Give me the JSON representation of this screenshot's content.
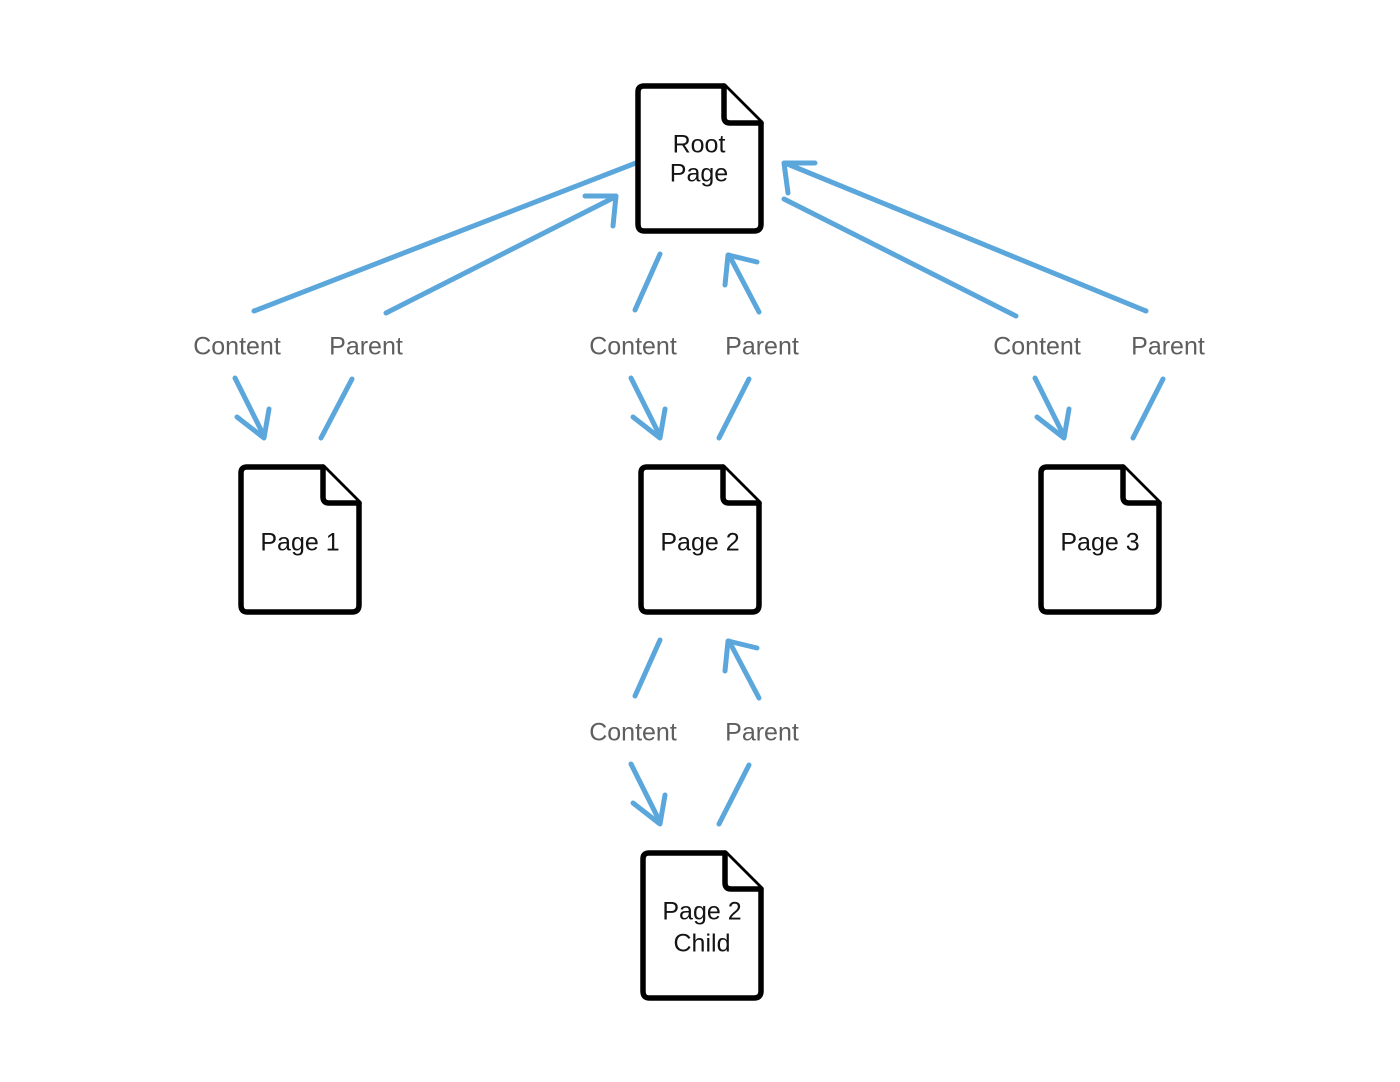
{
  "diagram": {
    "background_color": "#ffffff",
    "node_stroke_color": "#000000",
    "node_text_color": "#141414",
    "edge_color": "#5BA7DC",
    "edge_label_color": "#5e5e5e",
    "nodes": [
      {
        "id": "root",
        "icon": "document-icon",
        "label_line1": "Root",
        "label_line2": "Page"
      },
      {
        "id": "page1",
        "icon": "document-icon",
        "label_line1": "Page 1",
        "label_line2": ""
      },
      {
        "id": "page2",
        "icon": "document-icon",
        "label_line1": "Page 2",
        "label_line2": ""
      },
      {
        "id": "page3",
        "icon": "document-icon",
        "label_line1": "Page 3",
        "label_line2": ""
      },
      {
        "id": "page2child",
        "icon": "document-icon",
        "label_line1": "Page 2",
        "label_line2": "Child"
      }
    ],
    "edge_labels": {
      "content": "Content",
      "parent": "Parent"
    },
    "edge_groups": [
      {
        "id": "root-page1",
        "from": "root",
        "to": "page1",
        "content_label": "Content",
        "parent_label": "Parent"
      },
      {
        "id": "root-page2",
        "from": "root",
        "to": "page2",
        "content_label": "Content",
        "parent_label": "Parent"
      },
      {
        "id": "root-page3",
        "from": "root",
        "to": "page3",
        "content_label": "Content",
        "parent_label": "Parent"
      },
      {
        "id": "page2-page2child",
        "from": "page2",
        "to": "page2child",
        "content_label": "Content",
        "parent_label": "Parent"
      }
    ]
  }
}
